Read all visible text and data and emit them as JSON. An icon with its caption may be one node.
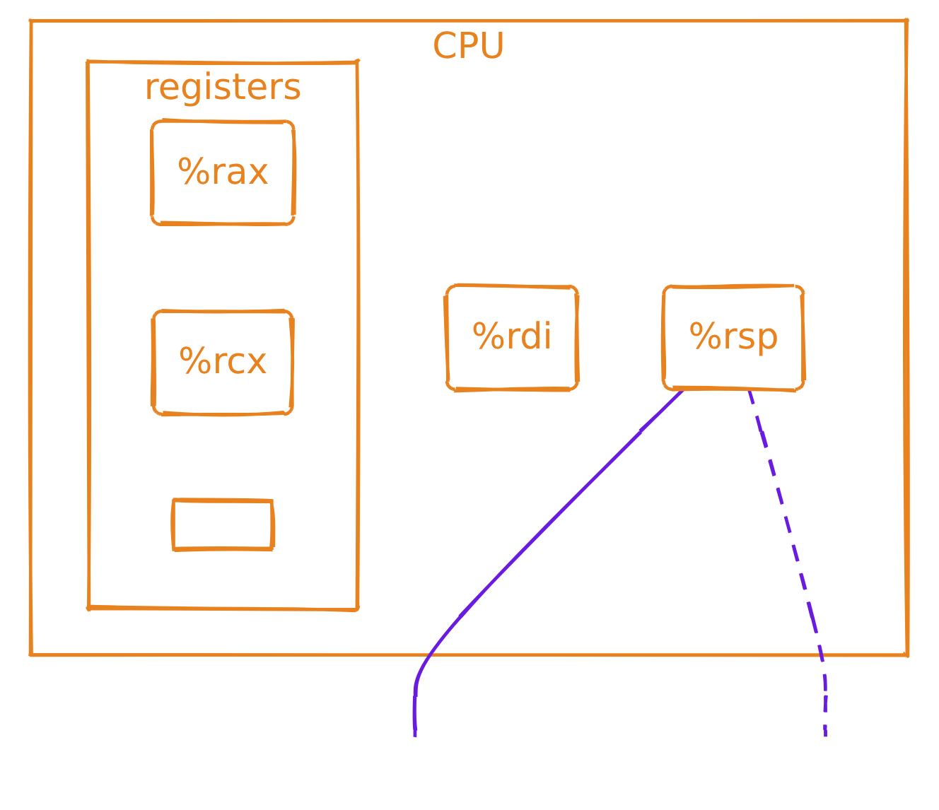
{
  "diagram": {
    "nodes": [
      {
        "text": [
          "CPU"
        ]
      },
      {
        "text": [
          "registers"
        ],
        "in": 0
      },
      {
        "text": [
          "%rax"
        ],
        "in": 1
      },
      {
        "text": [
          "%rcx"
        ],
        "in": 1
      },
      {
        "text": [],
        "shape": "box",
        "in": 1
      },
      {
        "text": [
          "%rdi"
        ],
        "in": 0
      },
      {
        "text": [
          "%rsp"
        ],
        "in": 0
      }
    ],
    "edges": [
      {
        "from": 6,
        "to": null,
        "arrow": "none",
        "color": "#6a1be0"
      },
      {
        "from": 6,
        "to": null,
        "arrow": "none",
        "style": "dashed",
        "color": "#6a1be0"
      }
    ]
  }
}
